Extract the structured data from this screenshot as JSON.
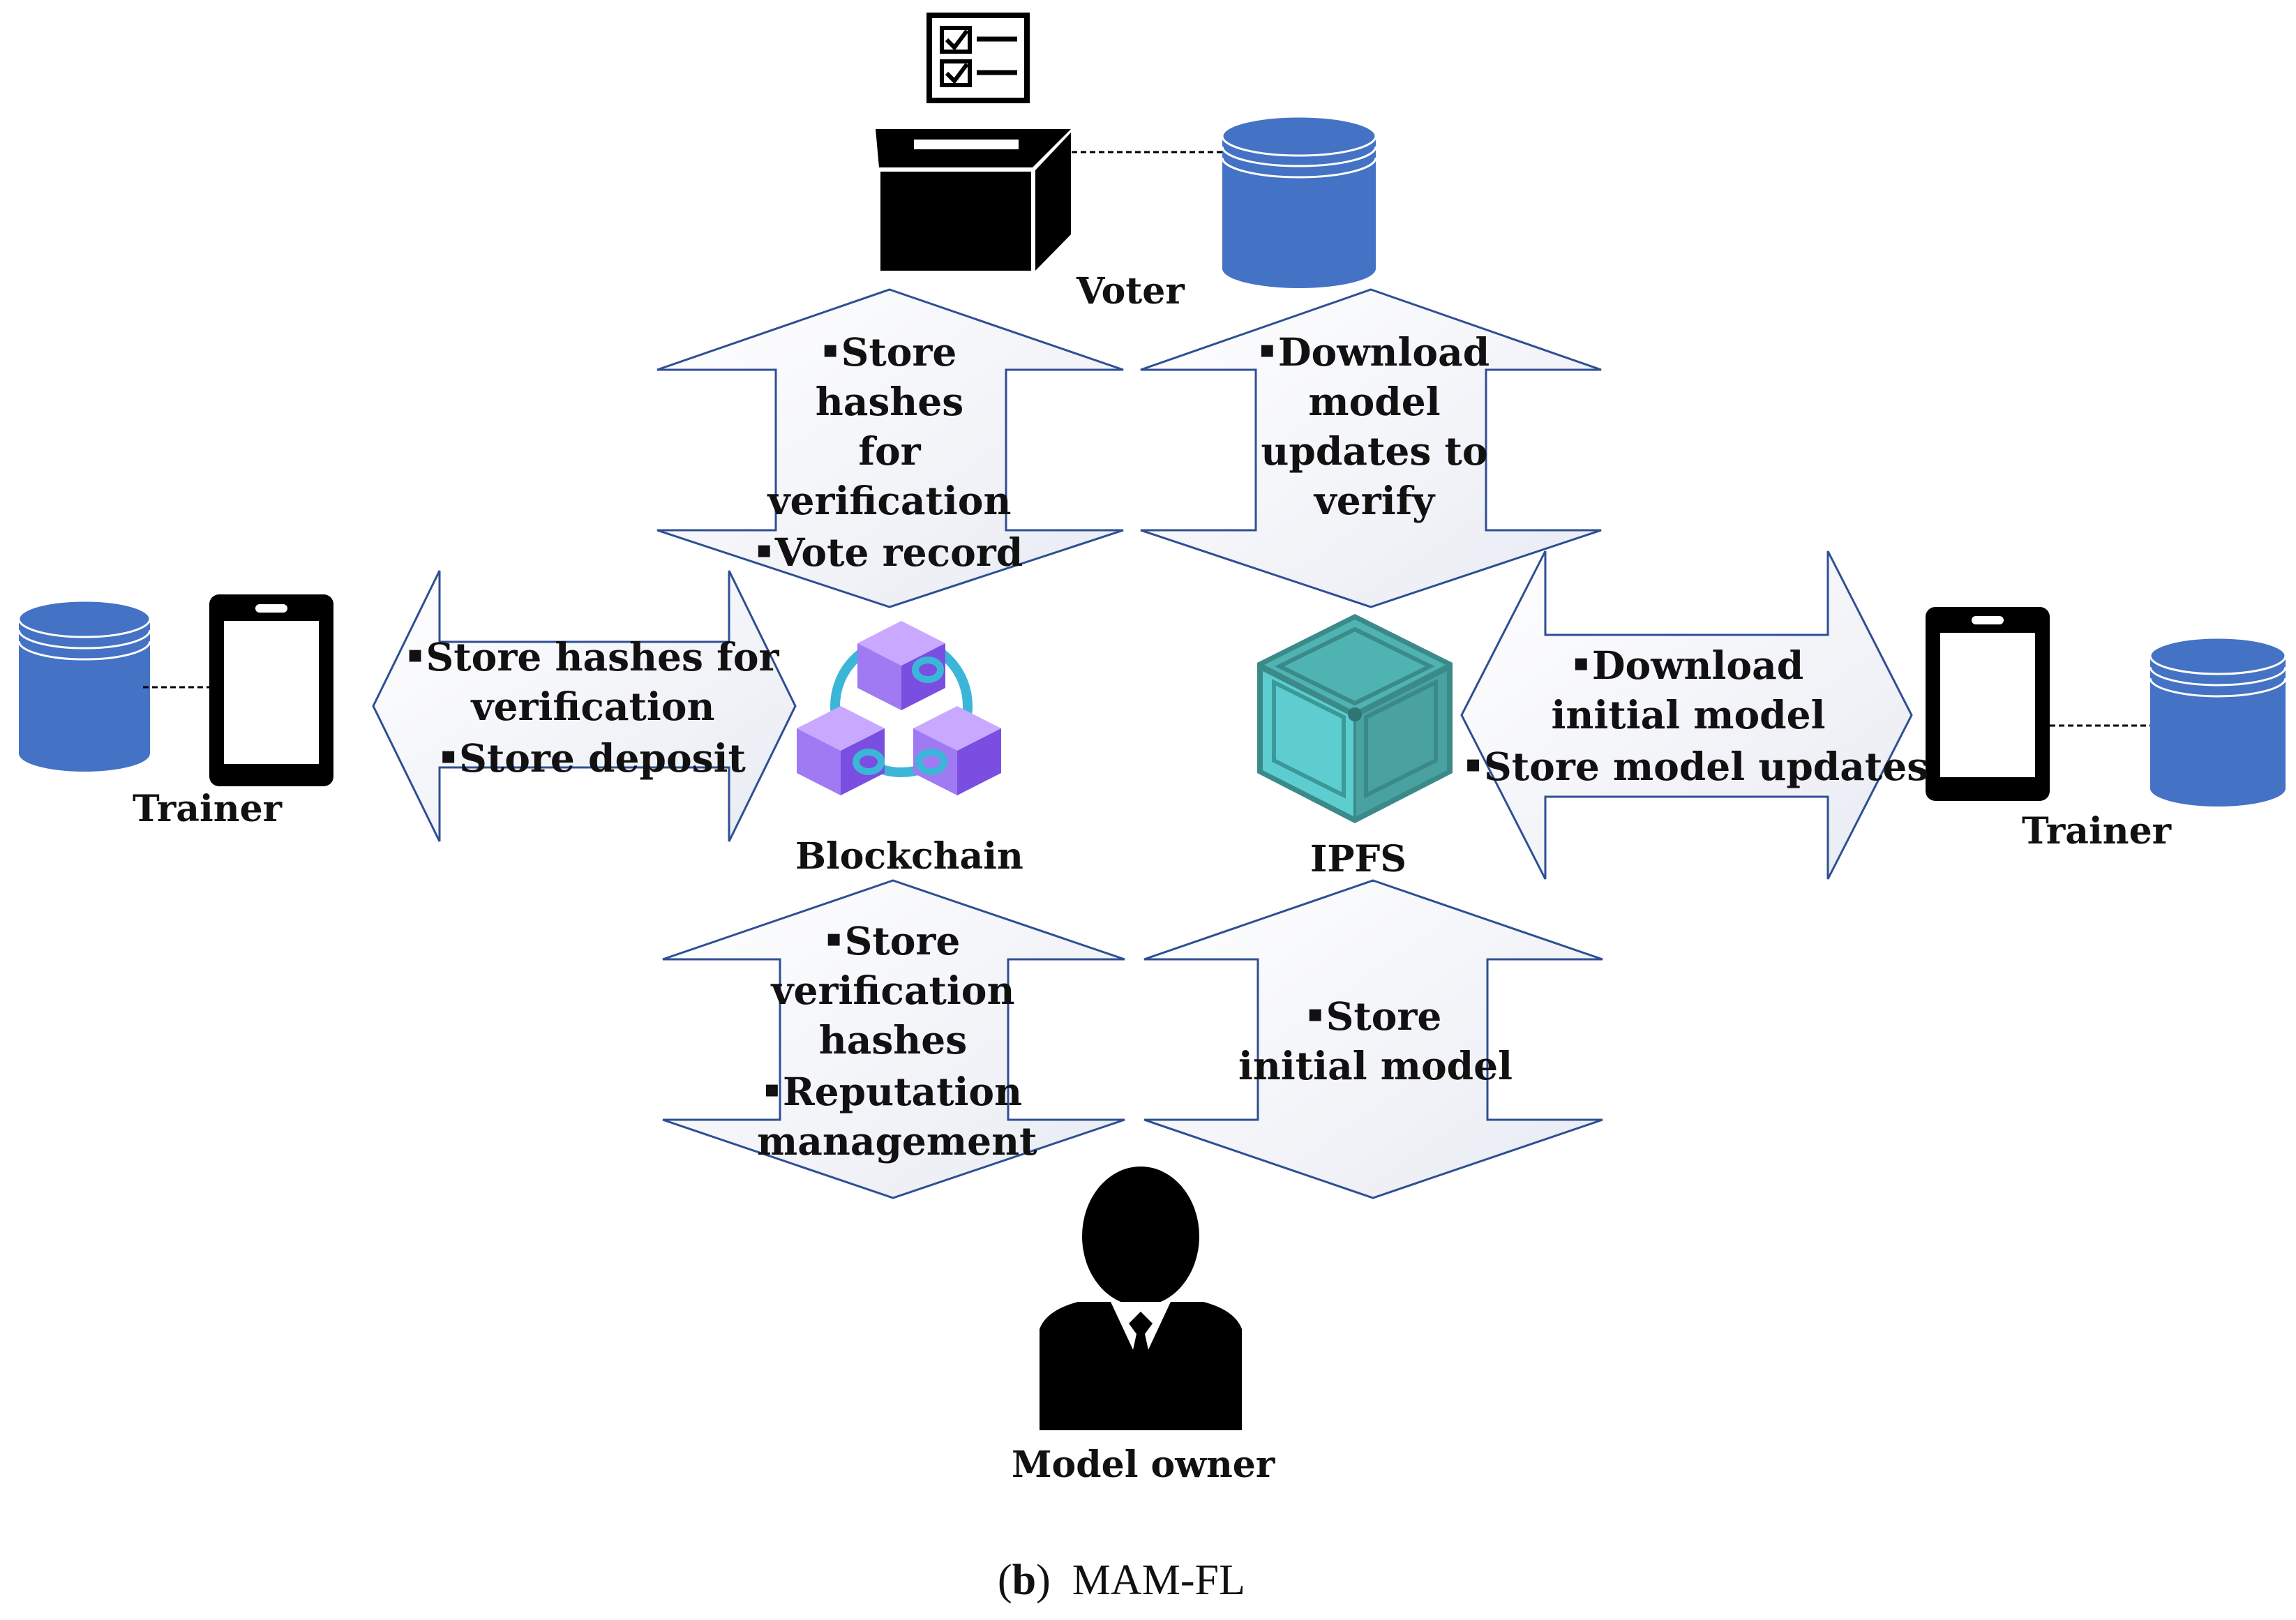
{
  "nodes": {
    "voter": "Voter",
    "blockchain": "Blockchain",
    "ipfs": "IPFS",
    "trainer_left": "Trainer",
    "trainer_right": "Trainer",
    "model_owner": "Model owner"
  },
  "arrows": {
    "voter_blockchain": [
      "Store",
      "hashes",
      "for",
      "verification",
      "Vote record"
    ],
    "voter_ipfs": [
      "Download",
      "model",
      "updates to",
      "verify"
    ],
    "trainer_blockchain": [
      "Store hashes for",
      "verification",
      "Store deposit"
    ],
    "trainer_ipfs": [
      "Download",
      "initial model",
      "Store model updates"
    ],
    "owner_blockchain": [
      "Store",
      "verification",
      "hashes",
      "Reputation",
      "management"
    ],
    "owner_ipfs": [
      "Store",
      "initial model"
    ]
  },
  "bullet_glyph": "▪",
  "caption": {
    "letter": "b",
    "text": "MAM-FL"
  },
  "colors": {
    "database": "#4472c4",
    "arrow_stroke": "#2f4f94",
    "ipfs_cube": "#4aa8a6",
    "blockchain_block": "#9b6cf0",
    "blockchain_link": "#3bb6d8",
    "device": "#000000"
  },
  "icons": [
    "ballot-checklist-icon",
    "ballot-box-icon",
    "database-icon",
    "smartphone-icon",
    "blockchain-icon",
    "ipfs-cube-icon",
    "person-icon"
  ]
}
